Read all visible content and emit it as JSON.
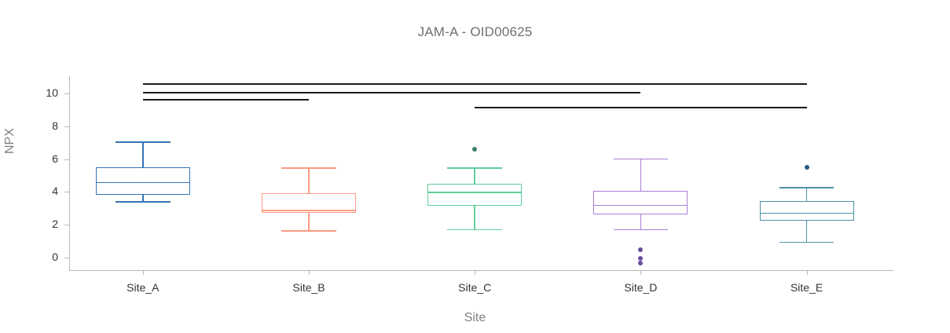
{
  "chart_data": {
    "type": "box",
    "title": "JAM-A - OID00625",
    "xlabel": "Site",
    "ylabel": "NPX",
    "categories": [
      "Site_A",
      "Site_B",
      "Site_C",
      "Site_D",
      "Site_E"
    ],
    "ylim": [
      -1.0,
      11.2
    ],
    "yticks": [
      0,
      2,
      4,
      6,
      8,
      10
    ],
    "ytick_labels": [
      "0",
      "2",
      "4",
      "6",
      "8",
      "10"
    ],
    "grid": false,
    "legend": "none",
    "colors": {
      "Site_A": "#3573b9",
      "Site_B": "#ff9a83",
      "Site_C": "#5fd09a",
      "Site_D": "#a97fd9",
      "Site_E": "#4d90a8",
      "title_text": "#707070",
      "axis_text": "#808080",
      "tick_text": "#333333",
      "axis_line": "#b8b8b8",
      "significance_bar": "#1a1a1a"
    },
    "boxes": [
      {
        "category": "Site_A",
        "color": "#3573b9",
        "whisker_low": 3.44,
        "q1": 3.82,
        "median": 4.6,
        "q3": 5.5,
        "whisker_high": 7.08,
        "outliers": []
      },
      {
        "category": "Site_B",
        "color": "#ff9a83",
        "whisker_low": 1.65,
        "q1": 2.72,
        "median": 2.9,
        "q3": 3.9,
        "whisker_high": 5.48,
        "outliers": []
      },
      {
        "category": "Site_C",
        "color": "#5fd09a",
        "whisker_low": 1.72,
        "q1": 3.14,
        "median": 4.0,
        "q3": 4.5,
        "whisker_high": 5.48,
        "outliers": [
          6.6
        ]
      },
      {
        "category": "Site_D",
        "color": "#a97fd9",
        "whisker_low": 1.72,
        "q1": 2.62,
        "median": 3.22,
        "q3": 4.08,
        "whisker_high": 6.05,
        "outliers": [
          0.48,
          -0.08,
          -0.34
        ]
      },
      {
        "category": "Site_E",
        "color": "#4d90a8",
        "whisker_low": 0.96,
        "q1": 2.25,
        "median": 2.74,
        "q3": 3.42,
        "whisker_high": 4.28,
        "outliers": [
          5.5
        ]
      }
    ],
    "significance_bars": [
      {
        "from": "Site_A",
        "to": "Site_E",
        "level": 0
      },
      {
        "from": "Site_A",
        "to": "Site_D",
        "level": 1
      },
      {
        "from": "Site_A",
        "to": "Site_B",
        "level": 2
      },
      {
        "from": "Site_C",
        "to": "Site_E",
        "level": 3
      }
    ]
  }
}
